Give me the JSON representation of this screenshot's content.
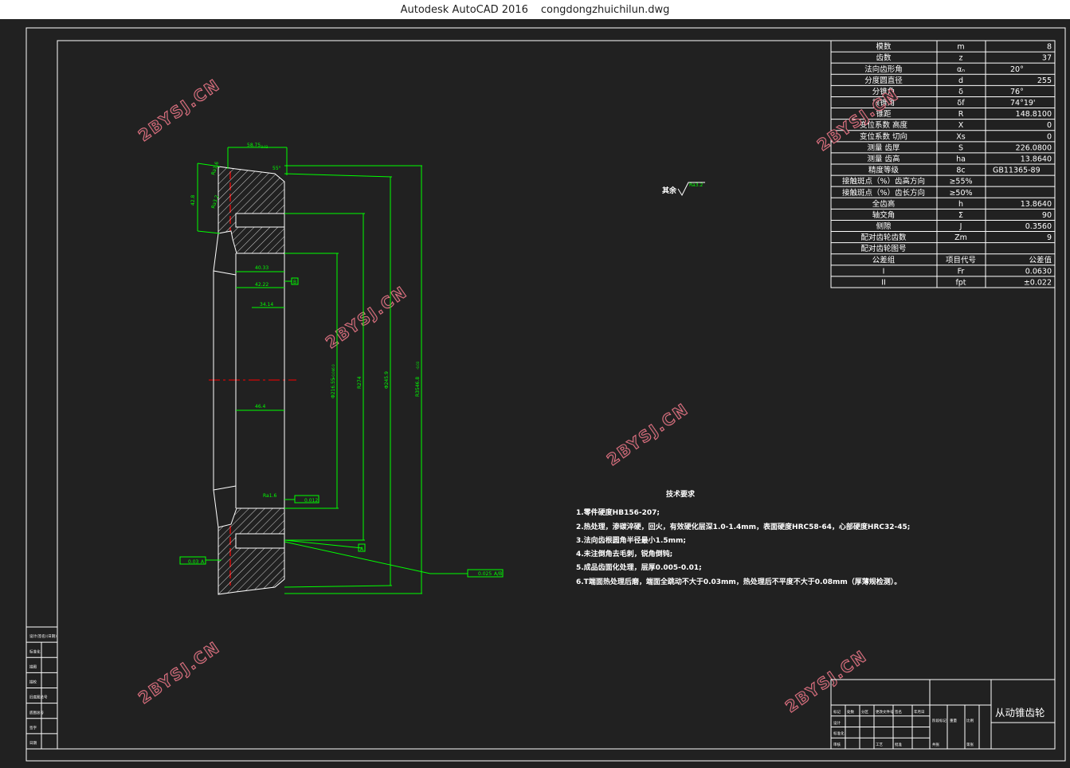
{
  "window": {
    "app": "Autodesk AutoCAD 2016",
    "file": "congdongzhuichilun.dwg"
  },
  "params": [
    {
      "name": "模数",
      "sym": "m",
      "val": "8"
    },
    {
      "name": "齿数",
      "sym": "z",
      "val": "37"
    },
    {
      "name": "法向齿形角",
      "sym": "αₙ",
      "val": "20°"
    },
    {
      "name": "分度圆直径",
      "sym": "d",
      "val": "255"
    },
    {
      "name": "分锥角",
      "sym": "δ",
      "val": "76°"
    },
    {
      "name": "根锥角",
      "sym": "δf",
      "val": "74°19'"
    },
    {
      "name": "锥距",
      "sym": "R",
      "val": "148.8100"
    },
    {
      "name": "变位系数  高度",
      "sym": "X",
      "val": "0"
    },
    {
      "name": "变位系数  切向",
      "sym": "Xs",
      "val": "0"
    },
    {
      "name": "测量  齿厚",
      "sym": "S",
      "val": "226.0800"
    },
    {
      "name": "测量  齿高",
      "sym": "ha",
      "val": "13.8640"
    },
    {
      "name": "精度等级",
      "sym": "8c",
      "val": "GB11365-89"
    },
    {
      "name": "接触斑点（%）齿高方向",
      "sym": "≥55%",
      "val": ""
    },
    {
      "name": "接触斑点（%）齿长方向",
      "sym": "≥50%",
      "val": ""
    },
    {
      "name": "全齿高",
      "sym": "h",
      "val": "13.8640"
    },
    {
      "name": "轴交角",
      "sym": "Σ",
      "val": "90"
    },
    {
      "name": "侧隙",
      "sym": "J",
      "val": "0.3560"
    },
    {
      "name": "配对齿轮齿数",
      "sym": "Zm",
      "val": "9"
    },
    {
      "name": "配对齿轮图号",
      "sym": "",
      "val": ""
    },
    {
      "name": "公差组",
      "sym": "项目代号",
      "val": "公差值"
    },
    {
      "name": "I",
      "sym": "Fr",
      "val": "0.0630"
    },
    {
      "name": "II",
      "sym": "fpt",
      "val": "±0.022"
    }
  ],
  "roughness_note": "其余",
  "roughness_value": "Ra3.2",
  "tech": {
    "title": "技术要求",
    "lines": [
      "1.零件硬度HB156-207;",
      "2.热处理，渗碳淬硬，回火，有效硬化层深1.0-1.4mm，表面硬度HRC58-64，心部硬度HRC32-45;",
      "3.法向齿根圆角半径最小1.5mm;",
      "4.未注倒角去毛刺，锐角倒钝;",
      "5.成品齿面化处理，层厚0.005-0.01;",
      "6.T端面热处理后磨，端面全跳动不大于0.03mm，热处理后不平度不大于0.08mm（厚薄规检测）。"
    ]
  },
  "dims": {
    "top": "58.75",
    "top_tol": "-0.02",
    "angle": "55°",
    "left_vert": "42.8",
    "r1": "Ra1.6",
    "r2": "Ra3.2",
    "d1": "40.33",
    "d2": "42.22",
    "d3": "34.14",
    "d4": "46.4",
    "d_bore": "Φ216.55",
    "d_bore_tol": "+0.046 0",
    "d5": "R274",
    "d6": "Φ245.9",
    "d7": "R3546.8",
    "d7_tol": "-0.03",
    "ref_b": "B",
    "ref_a": "A",
    "ra_low": "Ra1.6",
    "flat": "0.012",
    "fcf_left": "0.03",
    "fcf_left_ref": "A",
    "fcf_right": "0.025",
    "fcf_right_ref": "A/B"
  },
  "left_block": [
    "设计(签名)(日期)",
    "标准化",
    "描图",
    "描校",
    "旧底图总号",
    "底图总号",
    "签字",
    "日期"
  ],
  "title_block": {
    "part": "从动锥齿轮",
    "cells": [
      "标记",
      "处数",
      "分区",
      "更改文件号",
      "签名",
      "年月日",
      "设计",
      "标准化",
      "审核",
      "工艺",
      "批准",
      "阶段标记",
      "重量",
      "比例",
      "共张",
      "第张"
    ]
  },
  "watermark": "2BYSJ.CN",
  "colors": {
    "bg": "#212121",
    "dim": "#00ff00",
    "outline": "#ffffff",
    "center": "#ff0000",
    "watermark": "#e07080"
  }
}
